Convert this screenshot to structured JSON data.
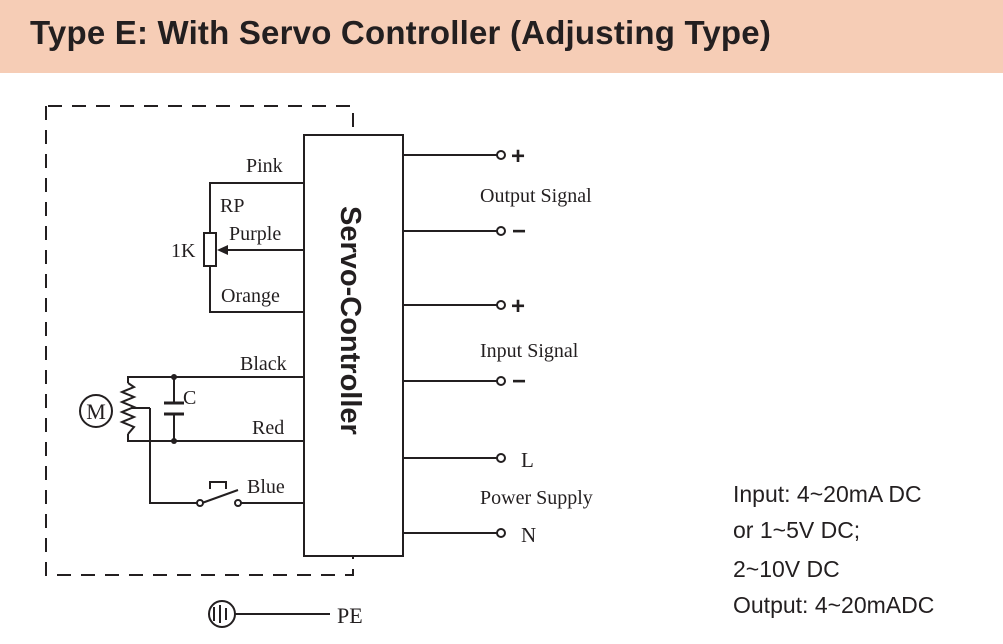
{
  "header": {
    "title": "Type E: With Servo Controller (Adjusting Type)"
  },
  "diagram": {
    "controller_label": "Servo-Controller",
    "wire_labels": {
      "pink": "Pink",
      "purple": "Purple",
      "orange": "Orange",
      "black": "Black",
      "red": "Red",
      "blue": "Blue"
    },
    "component_labels": {
      "rp": "RP",
      "resistance": "1K",
      "motor": "M",
      "capacitor": "C",
      "pe": "PE"
    },
    "groups": {
      "output_signal": "Output Signal",
      "input_signal": "Input Signal",
      "power_supply": "Power Supply"
    },
    "terminals": {
      "output_plus": "+",
      "output_minus": "−",
      "input_plus": "+",
      "input_minus": "−",
      "l": "L",
      "n": "N"
    }
  },
  "specs": {
    "line1": "Input: 4~20mA DC",
    "line2": "or 1~5V DC;",
    "line3": "2~10V DC",
    "line4": "Output: 4~20mADC"
  }
}
